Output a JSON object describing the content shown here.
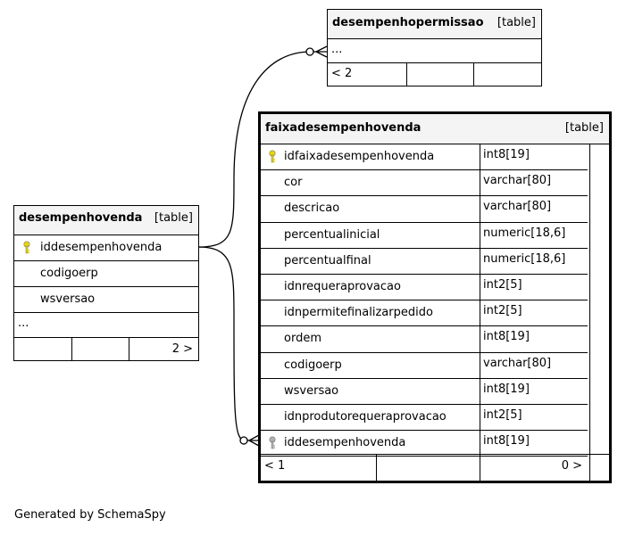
{
  "tables": {
    "desempenhopermissao": {
      "name": "desempenhopermissao",
      "tag": "[table]",
      "more": "...",
      "footer_left": "< 2"
    },
    "faixadesempenhovenda": {
      "name": "faixadesempenhovenda",
      "tag": "[table]",
      "columns": [
        {
          "name": "idfaixadesempenhovenda",
          "type": "int8[19]",
          "key": "primary"
        },
        {
          "name": "cor",
          "type": "varchar[80]"
        },
        {
          "name": "descricao",
          "type": "varchar[80]"
        },
        {
          "name": "percentualinicial",
          "type": "numeric[18,6]"
        },
        {
          "name": "percentualfinal",
          "type": "numeric[18,6]"
        },
        {
          "name": "idnrequeraprovacao",
          "type": "int2[5]"
        },
        {
          "name": "idnpermitefinalizarpedido",
          "type": "int2[5]"
        },
        {
          "name": "ordem",
          "type": "int8[19]"
        },
        {
          "name": "codigoerp",
          "type": "varchar[80]"
        },
        {
          "name": "wsversao",
          "type": "int8[19]"
        },
        {
          "name": "idnprodutorequeraprovacao",
          "type": "int2[5]"
        },
        {
          "name": "iddesempenhovenda",
          "type": "int8[19]",
          "key": "foreign"
        }
      ],
      "footer_left": "< 1",
      "footer_right": "0 >"
    },
    "desempenhovenda": {
      "name": "desempenhovenda",
      "tag": "[table]",
      "columns": [
        {
          "name": "iddesempenhovenda",
          "key": "primary"
        },
        {
          "name": "codigoerp"
        },
        {
          "name": "wsversao"
        }
      ],
      "more": "...",
      "footer_right": "2 >"
    }
  },
  "footer": "Generated by SchemaSpy",
  "colors": {
    "header_bg": "#f4f4f4",
    "primary_key": "#e8d800",
    "foreign_key": "#b0b0b0"
  }
}
